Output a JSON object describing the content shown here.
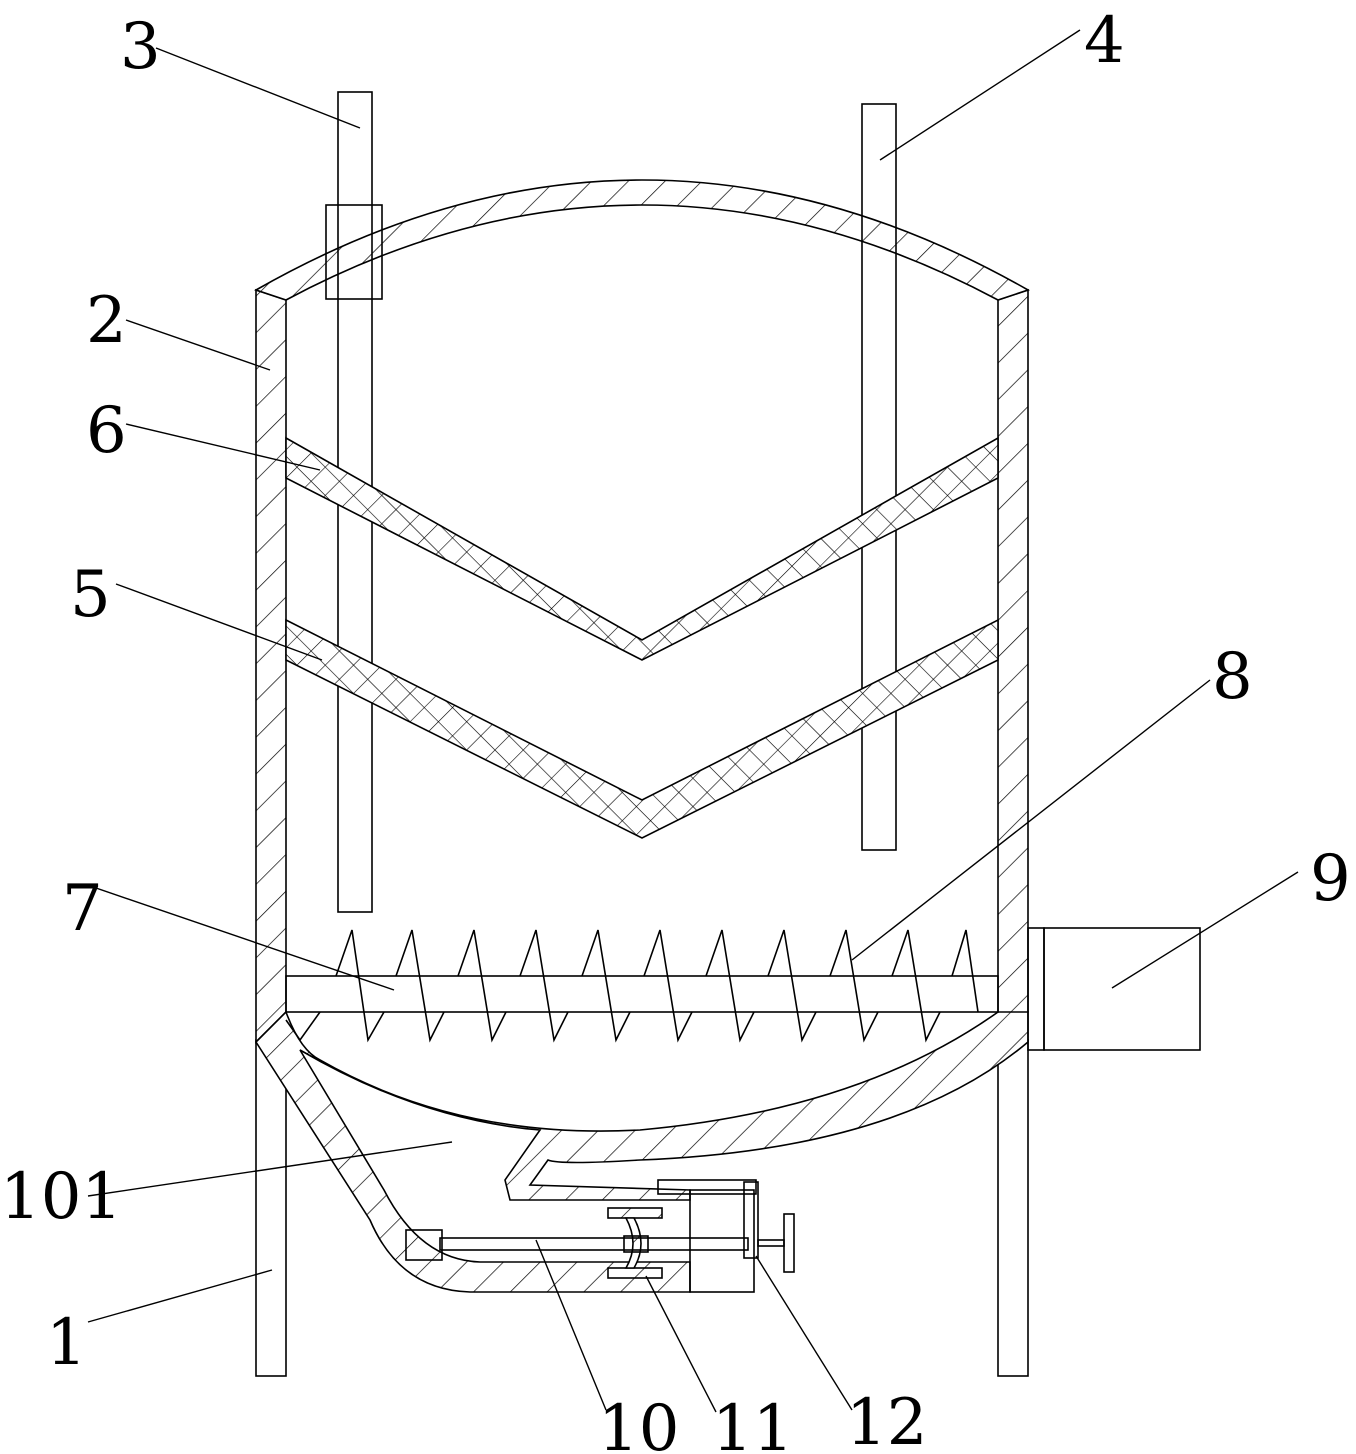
{
  "figure": {
    "labels": [
      {
        "id": "label-3",
        "text": "3"
      },
      {
        "id": "label-4",
        "text": "4"
      },
      {
        "id": "label-2",
        "text": "2"
      },
      {
        "id": "label-6",
        "text": "6"
      },
      {
        "id": "label-5",
        "text": "5"
      },
      {
        "id": "label-8",
        "text": "8"
      },
      {
        "id": "label-7",
        "text": "7"
      },
      {
        "id": "label-9",
        "text": "9"
      },
      {
        "id": "label-101",
        "text": "101"
      },
      {
        "id": "label-1",
        "text": "1"
      },
      {
        "id": "label-10",
        "text": "10"
      },
      {
        "id": "label-11",
        "text": "11"
      },
      {
        "id": "label-12",
        "text": "12"
      }
    ]
  },
  "colors": {
    "line": "#000000",
    "background": "#ffffff"
  }
}
